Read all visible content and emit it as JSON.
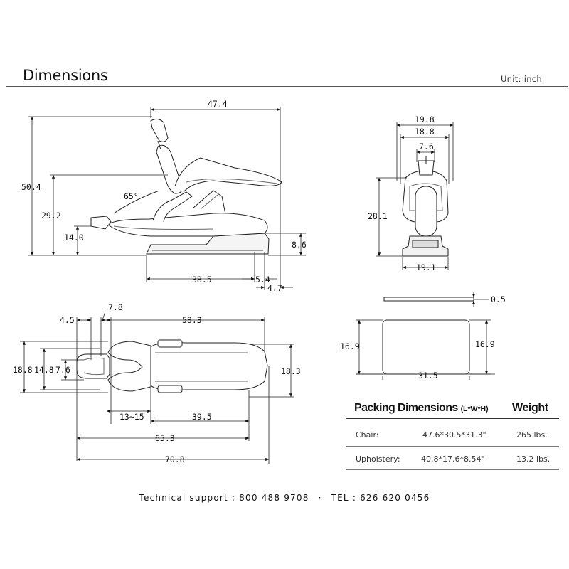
{
  "header": {
    "title": "Dimensions",
    "unit": "Unit: inch"
  },
  "side_view": {
    "overall_length": "47.4",
    "overall_height": "50.4",
    "backrest_height": "29.2",
    "seat_height": "14.0",
    "recline_angle": "65°",
    "base_length": "38.5",
    "base_offset": "5.4",
    "front_offset": "4.7",
    "base_height": "8.6"
  },
  "front_view": {
    "headrest_width": "19.8",
    "backrest_width": "18.8",
    "headrest_pad": "7.6",
    "height": "28.1",
    "base_width": "19.1"
  },
  "top_view": {
    "headrest_step": "4.5",
    "headrest_pad_len": "7.8",
    "body_length": "58.3",
    "outer_width": "18.8",
    "headrest_width": "14.8",
    "headrest_inner": "7.6",
    "seat_width": "18.3",
    "headrest_adjust": "13~15",
    "seat_length": "39.5",
    "length_short": "65.3",
    "length_long": "70.8"
  },
  "base_plate": {
    "thickness": "0.5",
    "depth_left": "16.9",
    "depth_right": "16.9",
    "length": "31.5"
  },
  "packing": {
    "title": "Packing Dimensions",
    "title_suffix": "(L*W*H)",
    "weight_header": "Weight",
    "rows": [
      {
        "name": "Chair:",
        "size": "47.6*30.5*31.3\"",
        "weight": "265 lbs."
      },
      {
        "name": "Upholstery:",
        "size": "40.8*17.6*8.54\"",
        "weight": "13.2 lbs."
      }
    ]
  },
  "footer": {
    "support_label": "Technical support : 800 488 9708",
    "separator": "·",
    "tel_label": "TEL : 626 620 0456"
  }
}
